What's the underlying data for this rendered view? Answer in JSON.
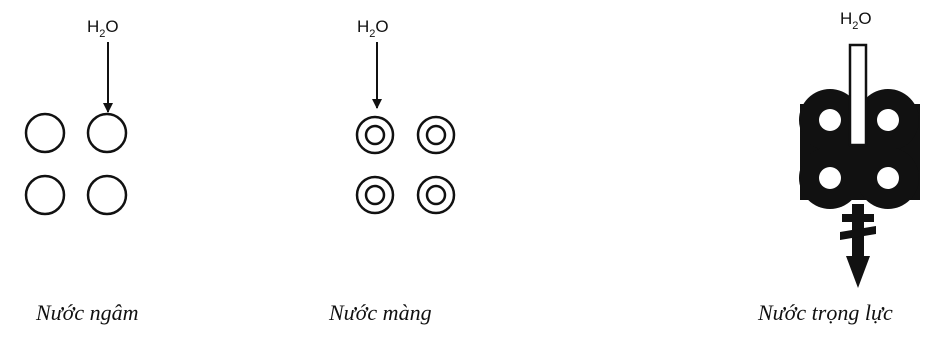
{
  "panels": [
    {
      "id": "nuoc-ngam",
      "formula": {
        "base": "H",
        "subscript": "2",
        "suffix": "O"
      },
      "caption": "Nước ngâm"
    },
    {
      "id": "nuoc-mang",
      "formula": {
        "base": "H",
        "subscript": "2",
        "suffix": "O"
      },
      "caption": "Nước màng"
    },
    {
      "id": "nuoc-trong-luc",
      "formula": {
        "base": "H",
        "subscript": "2",
        "suffix": "O"
      },
      "caption": "Nước trọng lực"
    }
  ],
  "colors": {
    "ink": "#111111",
    "paper": "#ffffff"
  }
}
